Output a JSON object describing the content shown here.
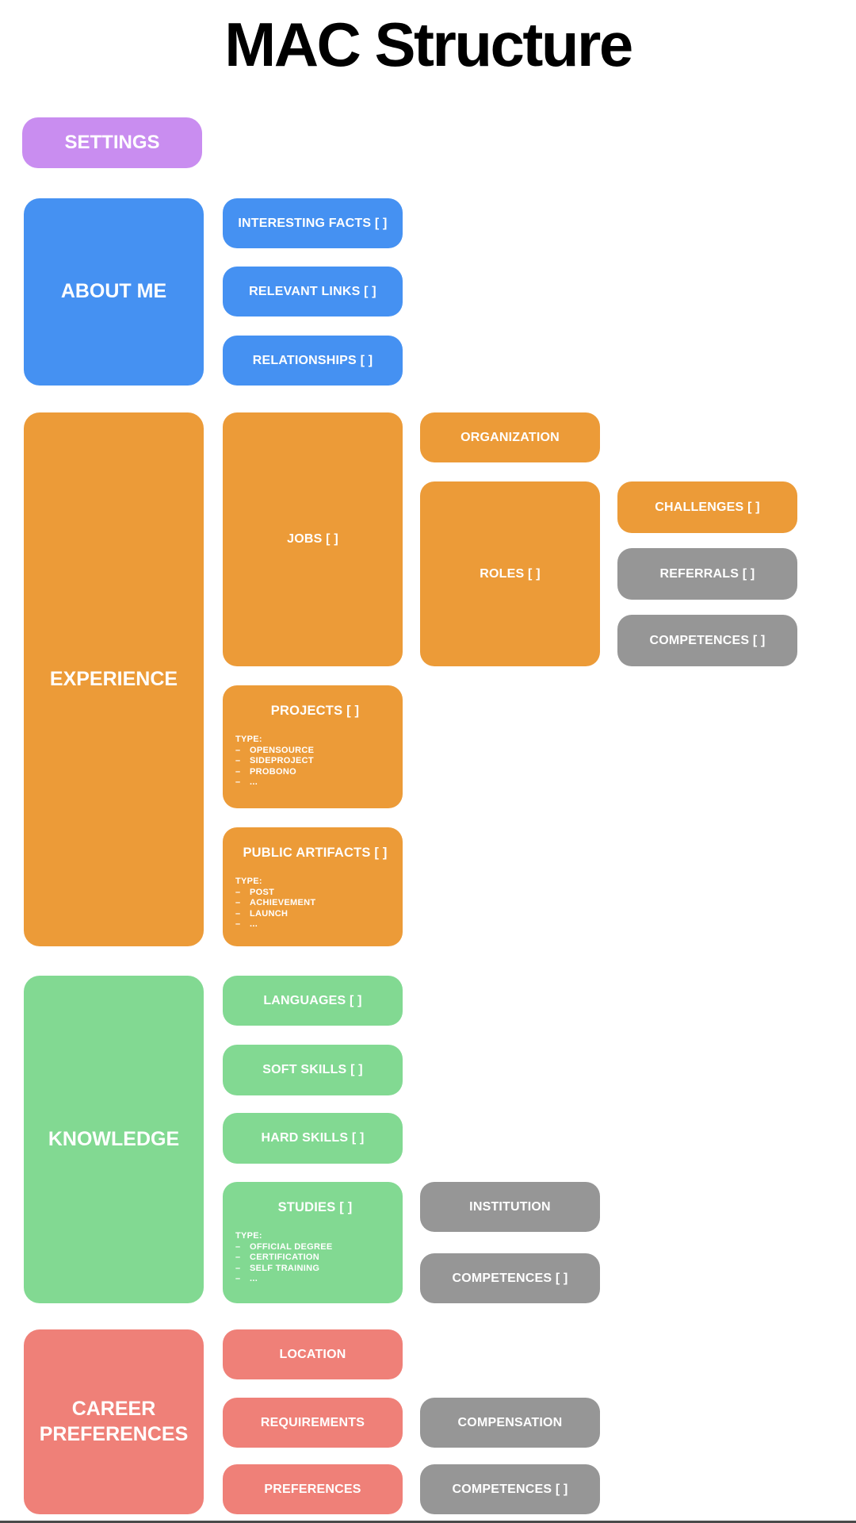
{
  "title": "MAC Structure",
  "colors": {
    "purple": "#c98df0",
    "blue": "#4591f2",
    "orange": "#ec9b38",
    "green": "#82d992",
    "salmon": "#ef8078",
    "gray": "#969696",
    "edge": "#4a4a4a"
  },
  "blocks": {
    "settings": {
      "label": "SETTINGS"
    },
    "about_me": {
      "label": "ABOUT ME"
    },
    "interesting_facts": {
      "label": "INTERESTING FACTS [ ]"
    },
    "relevant_links": {
      "label": "RELEVANT LINKS [ ]"
    },
    "relationships": {
      "label": "RELATIONSHIPS [ ]"
    },
    "experience": {
      "label": "EXPERIENCE"
    },
    "jobs": {
      "label": "JOBS [ ]"
    },
    "organization": {
      "label": "ORGANIZATION"
    },
    "roles": {
      "label": "ROLES [ ]"
    },
    "challenges": {
      "label": "CHALLENGES [ ]"
    },
    "referrals": {
      "label": "REFERRALS [ ]"
    },
    "competences_experience": {
      "label": "COMPETENCES [ ]"
    },
    "projects": {
      "label": "PROJECTS [ ]",
      "type_heading": "TYPE:",
      "type_bullet": "–",
      "type_items": [
        "OPENSOURCE",
        "SIDEPROJECT",
        "PROBONO",
        "..."
      ]
    },
    "public_artifacts": {
      "label": "PUBLIC ARTIFACTS [ ]",
      "type_heading": "TYPE:",
      "type_bullet": "–",
      "type_items": [
        "POST",
        "ACHIEVEMENT",
        "LAUNCH",
        "..."
      ]
    },
    "knowledge": {
      "label": "KNOWLEDGE"
    },
    "languages": {
      "label": "LANGUAGES [ ]"
    },
    "soft_skills": {
      "label": "SOFT SKILLS [ ]"
    },
    "hard_skills": {
      "label": "HARD SKILLS [ ]"
    },
    "studies": {
      "label": "STUDIES [ ]",
      "type_heading": "TYPE:",
      "type_bullet": "–",
      "type_items": [
        "OFFICIAL DEGREE",
        "CERTIFICATION",
        "SELF TRAINING",
        "..."
      ]
    },
    "institution": {
      "label": "INSTITUTION"
    },
    "competences_knowledge": {
      "label": "COMPETENCES [ ]"
    },
    "career_preferences": {
      "label": "CAREER PREFERENCES"
    },
    "location": {
      "label": "LOCATION"
    },
    "requirements": {
      "label": "REQUIREMENTS"
    },
    "preferences": {
      "label": "PREFERENCES"
    },
    "compensation": {
      "label": "COMPENSATION"
    },
    "competences_career": {
      "label": "COMPETENCES [ ]"
    }
  }
}
